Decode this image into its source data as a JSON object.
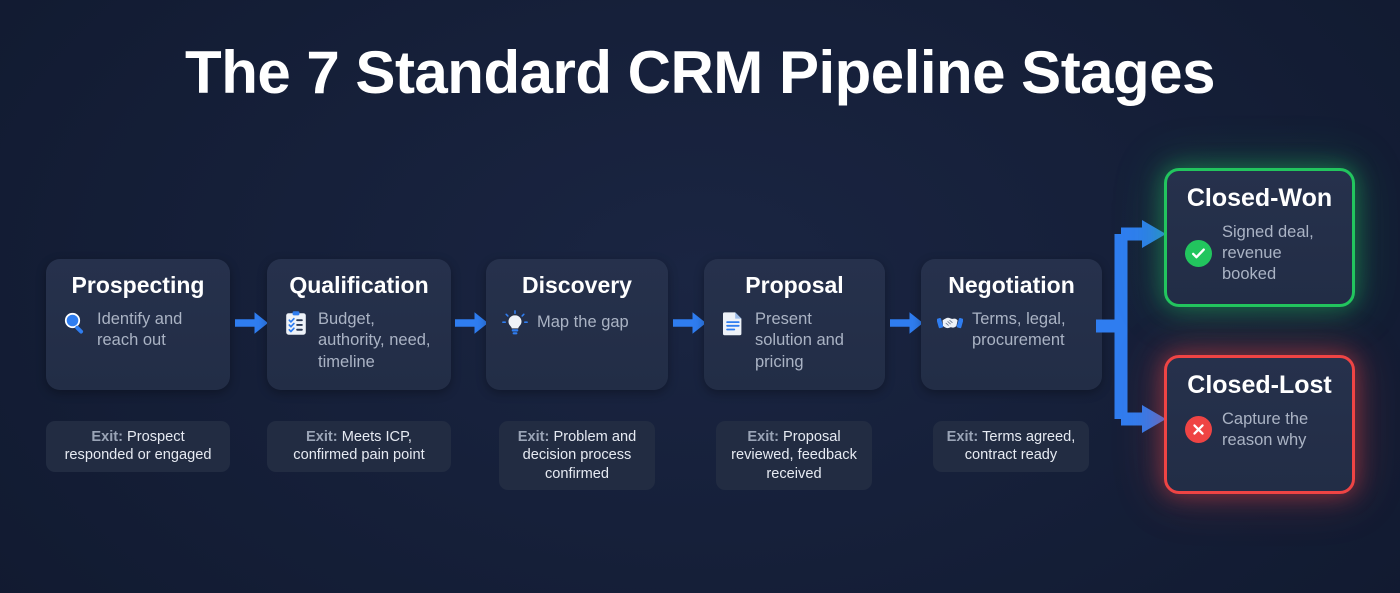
{
  "title": "The 7 Standard CRM Pipeline Stages",
  "colors": {
    "background": "#16203a",
    "card": "#26314c",
    "arrow": "#2f7df0",
    "accent_blue": "#2f7df0",
    "won_green": "#22c55e",
    "lost_red": "#ef4444",
    "title_text": "#ffffff",
    "desc_text": "#aab3c4",
    "chip_bg": "#222c42"
  },
  "stages": [
    {
      "name": "Prospecting",
      "icon": "magnifying-glass-icon",
      "description": "Identify and reach out",
      "exit_label": "Exit:",
      "exit_text": "Prospect responded or engaged"
    },
    {
      "name": "Qualification",
      "icon": "clipboard-checklist-icon",
      "description": "Budget, authority, need, timeline",
      "exit_label": "Exit:",
      "exit_text": "Meets ICP, confirmed pain point"
    },
    {
      "name": "Discovery",
      "icon": "lightbulb-icon",
      "description": "Map the gap",
      "exit_label": "Exit:",
      "exit_text": "Problem and decision process confirmed"
    },
    {
      "name": "Proposal",
      "icon": "document-icon",
      "description": "Present solution and pricing",
      "exit_label": "Exit:",
      "exit_text": "Proposal reviewed, feedback received"
    },
    {
      "name": "Negotiation",
      "icon": "handshake-icon",
      "description": "Terms, legal, procurement",
      "exit_label": "Exit:",
      "exit_text": "Terms agreed, contract ready"
    }
  ],
  "outcomes": [
    {
      "name": "Closed-Won",
      "icon": "check-circle-icon",
      "description": "Signed deal, revenue booked",
      "status_color": "#22c55e"
    },
    {
      "name": "Closed-Lost",
      "icon": "x-circle-icon",
      "description": "Capture the reason why",
      "status_color": "#ef4444"
    }
  ],
  "connectors": {
    "arrow_icon": "arrow-right-icon",
    "branch_icon": "branch-split-icon",
    "count": 4
  }
}
